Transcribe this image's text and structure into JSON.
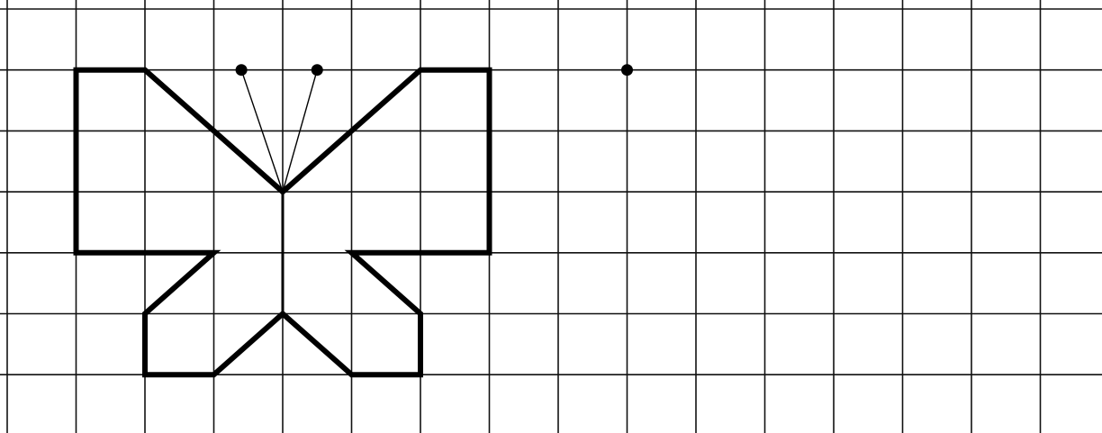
{
  "figure": {
    "description_colors": {
      "grid": "#111111",
      "shape": "#000000",
      "background": "#ffffff"
    },
    "grid": {
      "columns": 16,
      "rows": 7
    },
    "butterfly_outline": [
      [
        1,
        1
      ],
      [
        2,
        1
      ],
      [
        4,
        3
      ],
      [
        6,
        1
      ],
      [
        7,
        1
      ],
      [
        7,
        4
      ],
      [
        5,
        4
      ],
      [
        6,
        5
      ],
      [
        6,
        6
      ],
      [
        5,
        6
      ],
      [
        4,
        5
      ],
      [
        3,
        6
      ],
      [
        2,
        6
      ],
      [
        2,
        5
      ],
      [
        3,
        4
      ],
      [
        1,
        4
      ]
    ],
    "body_line": [
      [
        4,
        3
      ],
      [
        4,
        5
      ]
    ],
    "antennae": [
      {
        "from": [
          4,
          3
        ],
        "to": [
          3.4,
          1
        ]
      },
      {
        "from": [
          4,
          3
        ],
        "to": [
          4.5,
          1
        ]
      }
    ],
    "antenna_dots": [
      [
        3.4,
        1
      ],
      [
        4.5,
        1
      ]
    ],
    "marker_dot": [
      9,
      1
    ]
  }
}
